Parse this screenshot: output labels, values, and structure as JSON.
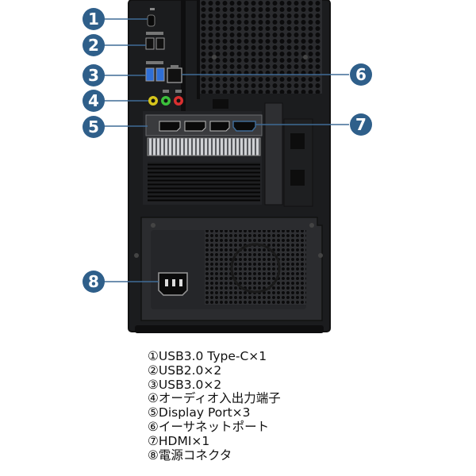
{
  "callouts": [
    {
      "number": "1",
      "target": "usb-c-port"
    },
    {
      "number": "2",
      "target": "usb2-ports"
    },
    {
      "number": "3",
      "target": "usb3-ports"
    },
    {
      "number": "4",
      "target": "audio-jacks"
    },
    {
      "number": "5",
      "target": "displayport-outputs"
    },
    {
      "number": "6",
      "target": "ethernet-port"
    },
    {
      "number": "7",
      "target": "hdmi-output"
    },
    {
      "number": "8",
      "target": "power-connector"
    }
  ],
  "legend": [
    "①USB3.0 Type-C×1",
    "②USB2.0×2",
    "③USB3.0×2",
    "④オーディオ入出力端子",
    "⑤Display Port×3",
    "⑥イーサネットポート",
    "⑦HDMI×1",
    "⑧電源コネクタ"
  ],
  "colors": {
    "callout_fill": "#2f5f8a",
    "case_dark": "#1b1c1e",
    "case_mid": "#2a2b2e",
    "leader_line": "#3f6b95",
    "audio_green": "#3bbf3b",
    "audio_red": "#d93030",
    "audio_yellow": "#d6c51c",
    "usb3_blue": "#2f6fd6"
  },
  "icons": [
    "usb-icon",
    "ethernet-icon",
    "headphone-icon",
    "mic-icon"
  ]
}
